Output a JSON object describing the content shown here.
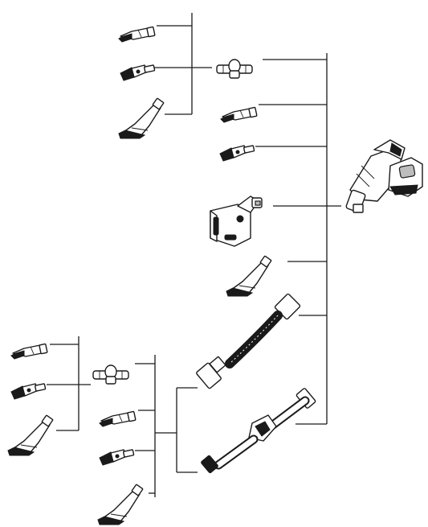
{
  "diagram": {
    "kind": "accessory-tree",
    "parts": [
      "vacuum-handheld-unit",
      "motorized-floor-brush",
      "dusting-brush",
      "flexible-hose",
      "telescopic-extension-wand",
      "crevice-tool",
      "upholstery-tool",
      "wide-crevice-tool",
      "tool-holder-adapter"
    ],
    "colors": {
      "line": "#1a1a1a",
      "fill": "#ffffff",
      "dark": "#1a1a1a",
      "accent": "#bdbdbd"
    }
  }
}
